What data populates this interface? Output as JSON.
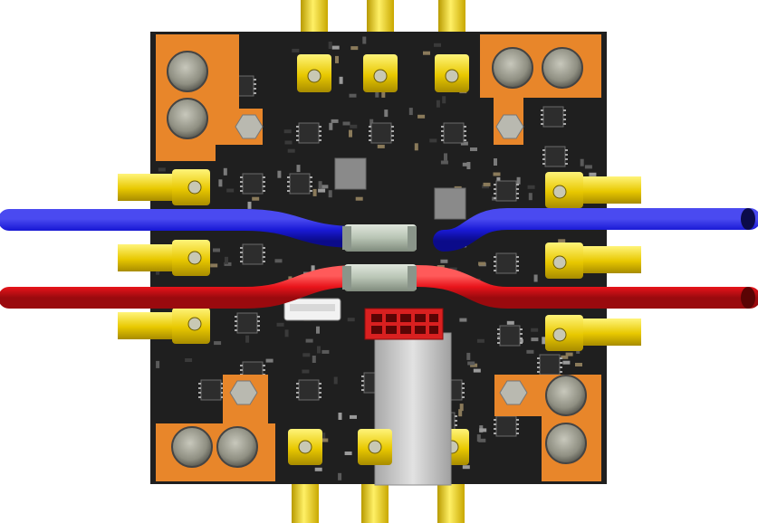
{
  "scene": {
    "subject": "pcb-3d-render",
    "colors": {
      "background": "#ffffff",
      "board": "#1f1f1f",
      "copper_pad": "#e8862a",
      "gold": "#f2d41a",
      "gold_dark": "#c9a800",
      "wire_positive": "#e8141b",
      "wire_negative": "#1a1ad6",
      "solder_sleeve": "#b8c4b4",
      "connector_red": "#d92020",
      "usb_shell": "#c9c9c9",
      "capacitor_silver": "#9a9a8c",
      "chip": "#2d2d2d"
    },
    "components": {
      "pad_positions": 4,
      "capacitors": 8,
      "side_connectors": 6,
      "top_pins": 3,
      "bottom_pins": 3,
      "chips": 24,
      "small_parts": 160
    }
  }
}
